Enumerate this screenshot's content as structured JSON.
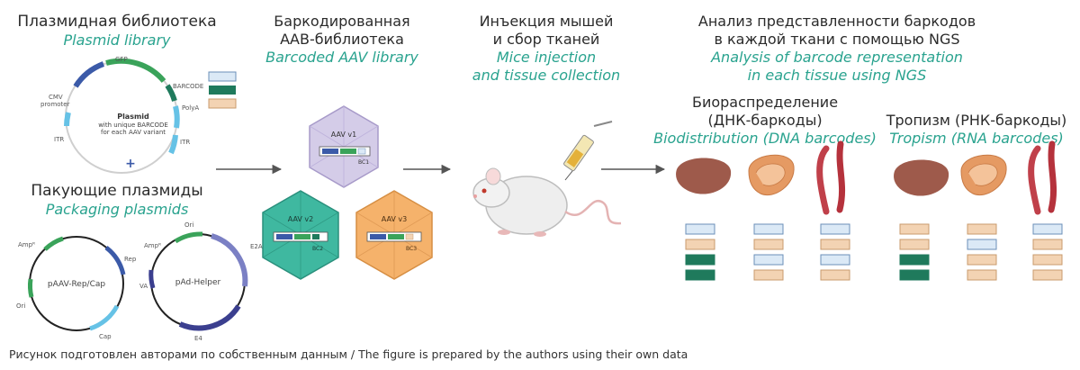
{
  "sections": {
    "plasmid_library": {
      "ru": "Плазмидная библиотека",
      "en": "Plasmid library"
    },
    "packaging": {
      "ru": "Пакующие плазмиды",
      "en": "Packaging plasmids"
    },
    "barcoded": {
      "ru1": "Баркодированная",
      "ru2": "ААВ-библиотека",
      "en": "Barcoded AAV library"
    },
    "injection": {
      "ru1": "Инъекция мышей",
      "ru2": "и сбор тканей",
      "en1": "Mice injection",
      "en2": "and tissue collection"
    },
    "analysis": {
      "ru1": "Анализ представленности баркодов",
      "ru2": "в каждой ткани с помощью NGS",
      "en1": "Analysis of barcode representation",
      "en2": "in each tissue using NGS"
    },
    "biodistribution": {
      "ru1": "Биораспределение",
      "ru2": "(ДНК-баркоды)",
      "en": "Biodistribution (DNA barcodes)"
    },
    "tropism": {
      "ru": "Тропизм (РНК-баркоды)",
      "en": "Tropism (RNA barcodes)"
    }
  },
  "plasmid": {
    "title": "Plasmid",
    "sub1": "with unique BARCODE",
    "sub2": "for each AAV variant",
    "gfp": "GFP",
    "barcode": "BARCODE",
    "polya": "PolyA",
    "itr_left": "ITR",
    "itr_right": "ITR",
    "cmv1": "CMV",
    "cmv2": "promoter",
    "plus": "+"
  },
  "rep_cap": {
    "name": "pAAV-Rep/Cap",
    "amp": "Ampᴿ",
    "rep": "Rep",
    "ori": "Ori",
    "cap": "Cap"
  },
  "helper": {
    "name": "pAd-Helper",
    "amp": "Ampᴿ",
    "ori": "Ori",
    "e2a": "E2A",
    "va": "VA",
    "e4": "E4"
  },
  "capsids": [
    {
      "name": "AAV v1",
      "bc": "BC1"
    },
    {
      "name": "AAV v2",
      "bc": "BC2"
    },
    {
      "name": "AAV v3",
      "bc": "BC3"
    }
  ],
  "colors": {
    "accent": "#2aa38f",
    "bc_light_blue": "#dbe9f6",
    "bc_dark_teal": "#1f7a5c",
    "bc_peach": "#f3d3b3",
    "capsid_purple": "#d4cce8",
    "capsid_green": "#3fb8a0",
    "capsid_orange": "#f5b26b"
  },
  "barcode_columns": {
    "biodistribution": [
      [
        "light_blue",
        "peach",
        "dark_teal",
        "dark_teal"
      ],
      [
        "light_blue",
        "peach",
        "light_blue",
        "peach"
      ],
      [
        "light_blue",
        "peach",
        "light_blue",
        "peach"
      ]
    ],
    "tropism": [
      [
        "peach",
        "peach",
        "dark_teal",
        "dark_teal"
      ],
      [
        "peach",
        "light_blue",
        "peach",
        "peach"
      ],
      [
        "light_blue",
        "peach",
        "peach",
        "peach"
      ]
    ]
  },
  "caption": "Рисунок подготовлен авторами по собственным данным / The figure is prepared by the authors using their own data"
}
